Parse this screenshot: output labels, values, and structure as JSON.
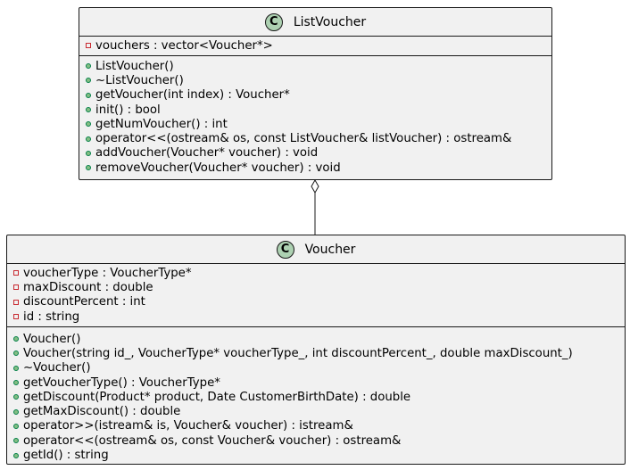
{
  "classes": {
    "list_voucher": {
      "stereotype_letter": "C",
      "name": "ListVoucher",
      "attributes": [
        {
          "visibility": "private",
          "text": "vouchers : vector<Voucher*>"
        }
      ],
      "methods": [
        {
          "visibility": "public",
          "text": "ListVoucher()"
        },
        {
          "visibility": "public",
          "text": "~ListVoucher()"
        },
        {
          "visibility": "public",
          "text": "getVoucher(int index) : Voucher*"
        },
        {
          "visibility": "public",
          "text": "init() : bool"
        },
        {
          "visibility": "public",
          "text": "getNumVoucher() : int"
        },
        {
          "visibility": "public",
          "text": "operator<<(ostream& os, const ListVoucher& listVoucher) : ostream&"
        },
        {
          "visibility": "public",
          "text": "addVoucher(Voucher* voucher) : void"
        },
        {
          "visibility": "public",
          "text": "removeVoucher(Voucher* voucher) : void"
        }
      ]
    },
    "voucher": {
      "stereotype_letter": "C",
      "name": "Voucher",
      "attributes": [
        {
          "visibility": "private",
          "text": "voucherType : VoucherType*"
        },
        {
          "visibility": "private",
          "text": "maxDiscount : double"
        },
        {
          "visibility": "private",
          "text": "discountPercent : int"
        },
        {
          "visibility": "private",
          "text": "id : string"
        }
      ],
      "methods": [
        {
          "visibility": "public",
          "text": "Voucher()"
        },
        {
          "visibility": "public",
          "text": "Voucher(string id_, VoucherType* voucherType_, int discountPercent_, double maxDiscount_)"
        },
        {
          "visibility": "public",
          "text": "~Voucher()"
        },
        {
          "visibility": "public",
          "text": "getVoucherType() : VoucherType*"
        },
        {
          "visibility": "public",
          "text": "getDiscount(Product* product, Date CustomerBirthDate) : double"
        },
        {
          "visibility": "public",
          "text": "getMaxDiscount() : double"
        },
        {
          "visibility": "public",
          "text": "operator>>(istream& is, Voucher& voucher) : istream&"
        },
        {
          "visibility": "public",
          "text": "operator<<(ostream& os, const Voucher& voucher) : ostream&"
        },
        {
          "visibility": "public",
          "text": "getId() : string"
        }
      ]
    }
  },
  "relations": [
    {
      "from": "ListVoucher",
      "to": "Voucher",
      "kind": "aggregation"
    }
  ],
  "colors": {
    "box_fill": "#f1f1f1",
    "border": "#181818",
    "class_circle": "#add1b2",
    "private_marker": "#c82930",
    "public_marker_fill": "#84be84",
    "public_marker_border": "#038048"
  }
}
